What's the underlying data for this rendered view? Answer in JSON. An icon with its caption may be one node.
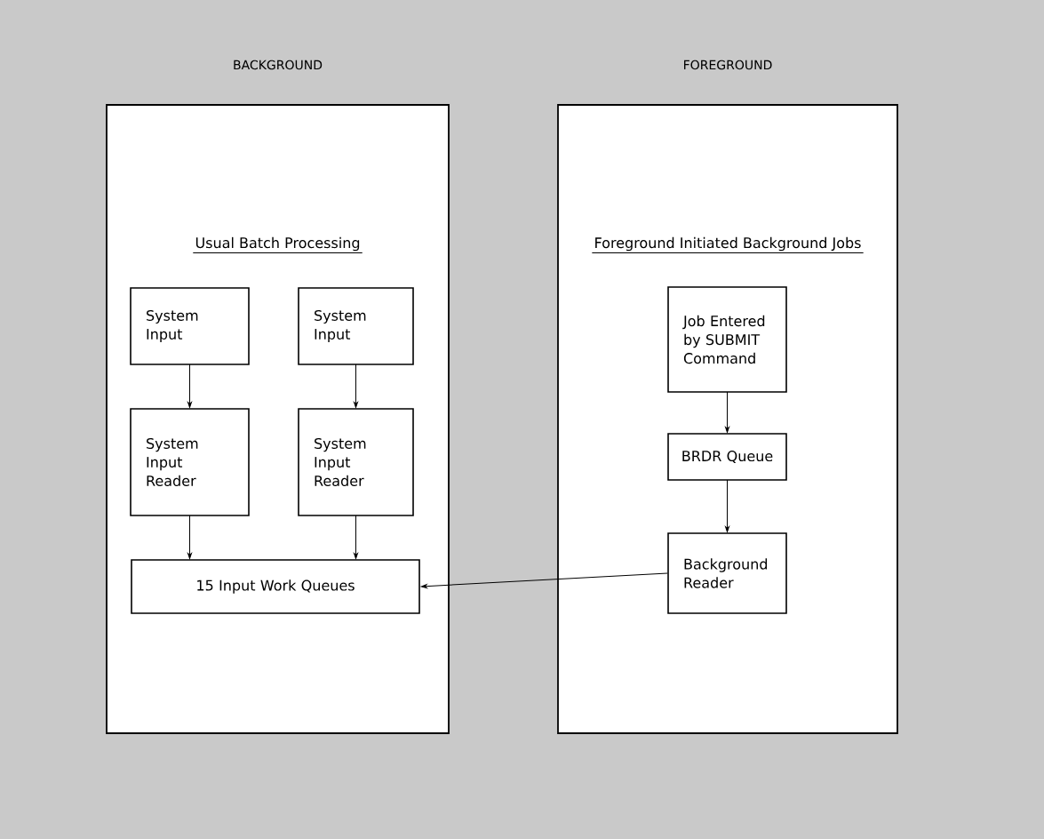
{
  "diagram": {
    "nodes": [
      {
        "text": [
          "BACKGROUND",
          "Usual Batch Processing"
        ]
      },
      {
        "text": [
          "FOREGROUND",
          "Foreground Initiated Background Jobs"
        ]
      },
      {
        "text": [
          "System Input"
        ],
        "in": 0
      },
      {
        "text": [
          "System Input"
        ],
        "in": 0
      },
      {
        "text": [
          "System Input Reader"
        ],
        "in": 0
      },
      {
        "text": [
          "System Input Reader"
        ],
        "in": 0
      },
      {
        "text": [
          "15 Input Work Queues"
        ],
        "in": 0
      },
      {
        "text": [
          "Job Entered by SUBMIT Command"
        ],
        "in": 1
      },
      {
        "text": [
          "BRDR Queue"
        ],
        "in": 1
      },
      {
        "text": [
          "Background Reader"
        ],
        "in": 1
      }
    ],
    "edges": [
      {
        "from": 2,
        "to": 4,
        "arrow": "to"
      },
      {
        "from": 3,
        "to": 5,
        "arrow": "to"
      },
      {
        "from": 4,
        "to": 6,
        "arrow": "to"
      },
      {
        "from": 5,
        "to": 6,
        "arrow": "to"
      },
      {
        "from": 7,
        "to": 8,
        "arrow": "to"
      },
      {
        "from": 8,
        "to": 9,
        "arrow": "to"
      },
      {
        "from": 9,
        "to": 6,
        "arrow": "to"
      }
    ]
  }
}
